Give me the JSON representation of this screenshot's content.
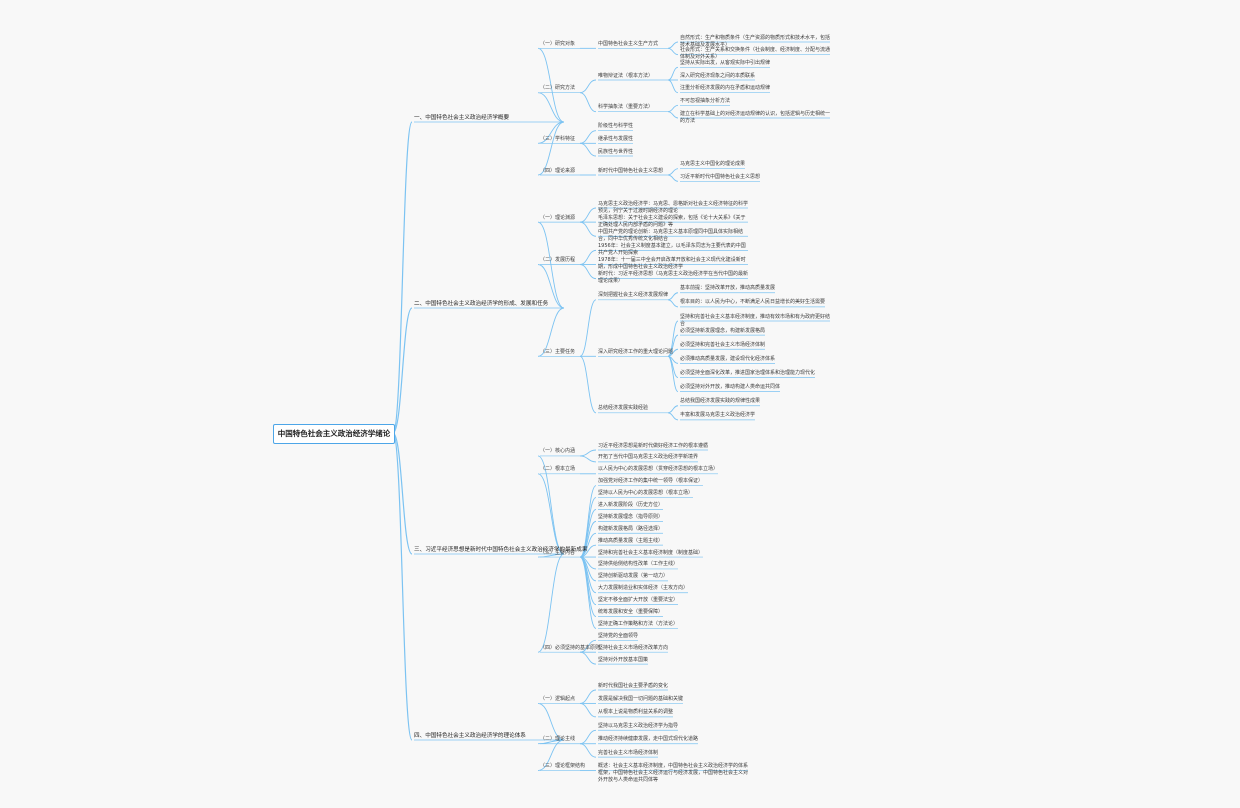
{
  "root": "中国特色社会主义政治经济学绪论",
  "colors": {
    "line": "#7cc3f2",
    "root_border": "#4da6e8"
  },
  "branches": [
    {
      "label": "一、中国特色社会主义政治经济学概要",
      "children": [
        {
          "label": "（一）研究对象",
          "children": [
            {
              "label": "中国特色社会主义生产方式",
              "children": [
                {
                  "label": "自然形式：生产和物质条件（生产资源的物质形式和技术水平，包括技术基础及发展水平）"
                },
                {
                  "label": "社会形式：生产关系和交换条件（社会制度、经济制度、分配与流通体制及对外关系）"
                }
              ]
            }
          ]
        },
        {
          "label": "（二）研究方法",
          "children": [
            {
              "label": "唯物辩证法（根本方法）",
              "children": [
                {
                  "label": "坚持从实际出发，从客观实际中引出规律"
                },
                {
                  "label": "深入研究经济现象之间的本质联系"
                },
                {
                  "label": "注重分析经济发展的内在矛盾和运动规律"
                }
              ]
            },
            {
              "label": "科学抽象法（重要方法）",
              "children": [
                {
                  "label": "不可忽视抽象分析方法"
                },
                {
                  "label": "建立在科学基础上的对经济运动规律的认识，包括逻辑与历史相统一的方法"
                }
              ]
            }
          ]
        },
        {
          "label": "（三）学科特征",
          "children": [
            {
              "label": "阶级性与科学性"
            },
            {
              "label": "继承性与发展性"
            },
            {
              "label": "民族性与世界性"
            }
          ]
        },
        {
          "label": "（四）理论来源",
          "children": [
            {
              "label": "新时代中国特色社会主义思想",
              "children": [
                {
                  "label": "马克思主义中国化的理论成果"
                },
                {
                  "label": "习近平新时代中国特色社会主义思想"
                }
              ]
            }
          ]
        }
      ]
    },
    {
      "label": "二、中国特色社会主义政治经济学的形成、发展和任务",
      "children": [
        {
          "label": "（一）理论渊源",
          "children": [
            {
              "label": "马克思主义政治经济学：马克思、恩格斯对社会主义经济特征的科学预见，列宁关于过渡时期经济的理论"
            },
            {
              "label": "毛泽东思想：关于社会主义建设的探索，包括《论十大关系》《关于正确处理人民内部矛盾的问题》等"
            },
            {
              "label": "中国共产党的理论创新：马克思主义基本原理同中国具体实际相结合，同中华优秀传统文化相结合"
            }
          ]
        },
        {
          "label": "（二）发展历程",
          "children": [
            {
              "label": "1956年：社会主义制度基本建立，以毛泽东同志为主要代表的中国共产党人开始探索"
            },
            {
              "label": "1978年：十一届三中全会开启改革开放和社会主义现代化建设新时期，形成中国特色社会主义政治经济学"
            },
            {
              "label": "新时代：习近平经济思想（马克思主义政治经济学在当代中国的最新理论成果）"
            }
          ]
        },
        {
          "label": "（三）主要任务",
          "children": [
            {
              "label": "深刻把握社会主义经济发展规律",
              "children": [
                {
                  "label": "基本前提：坚持改革开放，推动高质量发展"
                },
                {
                  "label": "根本目的：以人民为中心，不断满足人民日益增长的美好生活需要"
                }
              ]
            },
            {
              "label": "深入研究经济工作的重大理论问题",
              "children": [
                {
                  "label": "坚持和完善社会主义基本经济制度，推动有效市场和有为政府更好结合"
                },
                {
                  "label": "必须坚持新发展理念，构建新发展格局"
                },
                {
                  "label": "必须坚持和完善社会主义市场经济体制"
                },
                {
                  "label": "必须推动高质量发展，建设现代化经济体系"
                },
                {
                  "label": "必须坚持全面深化改革，推进国家治理体系和治理能力现代化"
                },
                {
                  "label": "必须坚持对外开放，推动构建人类命运共同体"
                }
              ]
            },
            {
              "label": "总结经济发展实践经验",
              "children": [
                {
                  "label": "总结我国经济发展实践的规律性成果"
                },
                {
                  "label": "丰富和发展马克思主义政治经济学"
                }
              ]
            }
          ]
        }
      ]
    },
    {
      "label": "三、习近平经济思想是新时代中国特色社会主义政治经济学的最新成果",
      "children": [
        {
          "label": "（一）核心内涵",
          "children": [
            {
              "label": "习近平经济思想是新时代做好经济工作的根本遵循"
            },
            {
              "label": "开拓了当代中国马克思主义政治经济学新境界"
            }
          ]
        },
        {
          "label": "（二）根本立场",
          "children": [
            {
              "label": "以人民为中心的发展思想（贯穿经济思想的根本立场）"
            }
          ]
        },
        {
          "label": "（三）主要内容",
          "children": [
            {
              "label": "加强党对经济工作的集中统一领导（根本保证）"
            },
            {
              "label": "坚持以人民为中心的发展思想（根本立场）"
            },
            {
              "label": "进入新发展阶段（历史方位）"
            },
            {
              "label": "坚持新发展理念（指导原则）"
            },
            {
              "label": "构建新发展格局（路径选择）"
            },
            {
              "label": "推动高质量发展（主题主线）"
            },
            {
              "label": "坚持和完善社会主义基本经济制度（制度基础）"
            },
            {
              "label": "坚持供给侧结构性改革（工作主线）"
            },
            {
              "label": "坚持创新驱动发展（第一动力）"
            },
            {
              "label": "大力发展制造业和实体经济（主攻方向）"
            },
            {
              "label": "坚定不移全面扩大开放（重要法宝）"
            },
            {
              "label": "统筹发展和安全（重要保障）"
            },
            {
              "label": "坚持正确工作策略和方法（方法论）"
            }
          ]
        },
        {
          "label": "（四）必须坚持的基本原则",
          "children": [
            {
              "label": "坚持党的全面领导"
            },
            {
              "label": "坚持社会主义市场经济改革方向"
            },
            {
              "label": "坚持对外开放基本国策"
            }
          ]
        }
      ]
    },
    {
      "label": "四、中国特色社会主义政治经济学的理论体系",
      "children": [
        {
          "label": "（一）逻辑起点",
          "children": [
            {
              "label": "新时代我国社会主要矛盾的变化"
            },
            {
              "label": "发展是解决我国一切问题的基础和关键"
            },
            {
              "label": "从根本上说是物质利益关系的调整"
            }
          ]
        },
        {
          "label": "（二）理论主线",
          "children": [
            {
              "label": "坚持以马克思主义政治经济学为指导"
            },
            {
              "label": "推动经济持续健康发展，走中国式现代化道路"
            },
            {
              "label": "完善社会主义市场经济体制"
            }
          ]
        },
        {
          "label": "（三）理论框架结构",
          "children": [
            {
              "label": "概述：社会主义基本经济制度，中国特色社会主义政治经济学的体系框架，中国特色社会主义经济运行与经济发展，中国特色社会主义对外开放与人类命运共同体等"
            }
          ]
        }
      ]
    }
  ]
}
